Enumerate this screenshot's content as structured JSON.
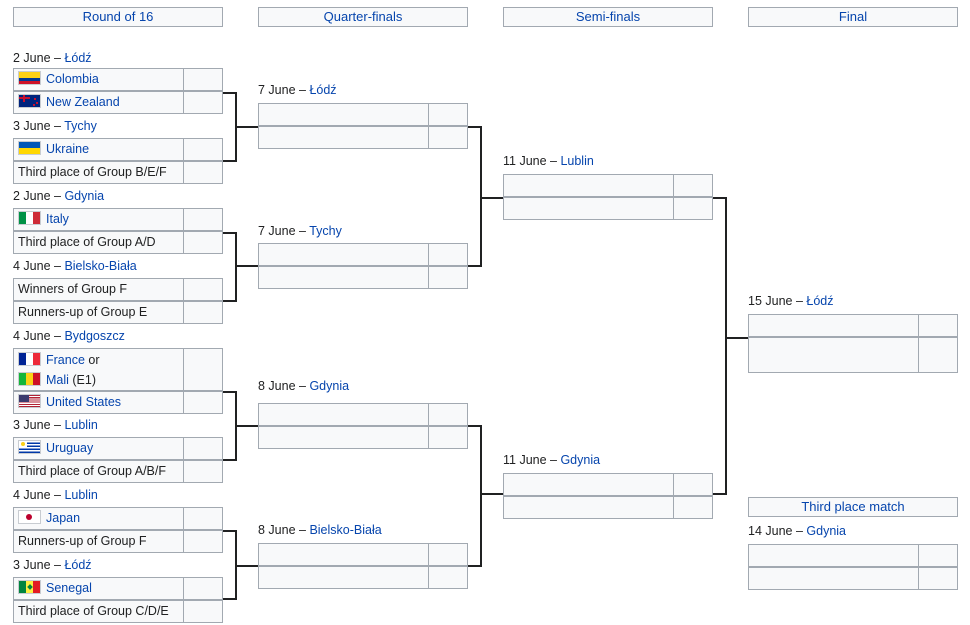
{
  "rounds": {
    "r16": "Round of 16",
    "qf": "Quarter-finals",
    "sf": "Semi-finals",
    "final": "Final",
    "third": "Third place match"
  },
  "r16": [
    {
      "date": "2 June – ",
      "place": "Łódź",
      "team1": "Colombia",
      "team2": "New Zealand"
    },
    {
      "date": "3 June – ",
      "place": "Tychy",
      "team1": "Ukraine",
      "team2": "Third place of Group B/E/F"
    },
    {
      "date": "2 June – ",
      "place": "Gdynia",
      "team1": "Italy",
      "team2": "Third place of Group A/D"
    },
    {
      "date": "4 June – ",
      "place": "Bielsko-Biała",
      "team1": "Winners of Group F",
      "team2": "Runners-up of Group E"
    },
    {
      "date": "4 June – ",
      "place": "Bydgoszcz",
      "team1a": "France",
      "team1or": " or",
      "team1b": "Mali",
      "team1suffix": " (E1)",
      "team2": "United States"
    },
    {
      "date": "3 June – ",
      "place": "Lublin",
      "team1": "Uruguay",
      "team2": "Third place of Group A/B/F"
    },
    {
      "date": "4 June – ",
      "place": "Lublin",
      "team1": "Japan",
      "team2": "Runners-up of Group F"
    },
    {
      "date": "3 June – ",
      "place": "Łódź",
      "team1": "Senegal",
      "team2": "Third place of Group C/D/E"
    }
  ],
  "qf": [
    {
      "date": "7 June – ",
      "place": "Łódź"
    },
    {
      "date": "7 June – ",
      "place": "Tychy"
    },
    {
      "date": "8 June – ",
      "place": "Gdynia"
    },
    {
      "date": "8 June – ",
      "place": "Bielsko-Biała"
    }
  ],
  "sf": [
    {
      "date": "11 June – ",
      "place": "Lublin"
    },
    {
      "date": "11 June – ",
      "place": "Gdynia"
    }
  ],
  "final": {
    "date": "15 June – ",
    "place": "Łódź"
  },
  "third": {
    "date": "14 June – ",
    "place": "Gdynia"
  },
  "flags": {
    "colombia": "colombia-flag-icon",
    "new_zealand": "new-zealand-flag-icon",
    "ukraine": "ukraine-flag-icon",
    "italy": "italy-flag-icon",
    "france": "france-flag-icon",
    "mali": "mali-flag-icon",
    "usa": "usa-flag-icon",
    "uruguay": "uruguay-flag-icon",
    "japan": "japan-flag-icon",
    "senegal": "senegal-flag-icon"
  }
}
